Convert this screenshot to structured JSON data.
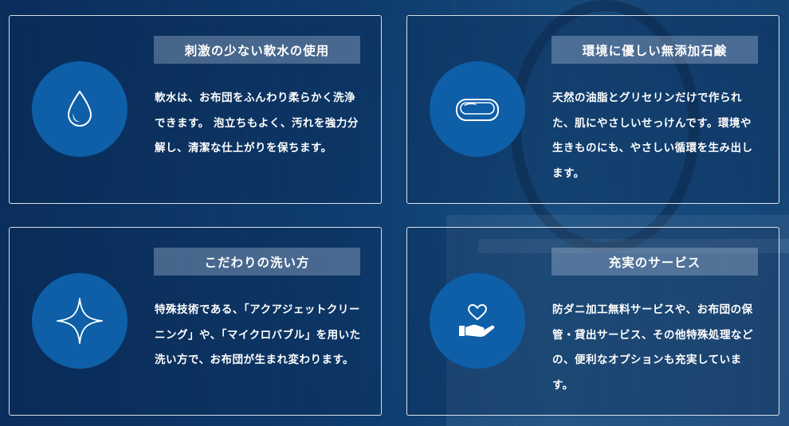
{
  "features": [
    {
      "icon": "water-drop-icon",
      "title": "刺激の少ない軟水の使用",
      "body": "軟水は、お布団をふんわり柔らかく洗浄できます。 泡立ちもよく、汚れを強力分解し、清潔な仕上がりを保ちます。"
    },
    {
      "icon": "soap-icon",
      "title": "環境に優しい無添加石鹸",
      "body": "天然の油脂とグリセリンだけで作られた、肌にやさしいせっけんです。環境や生きものにも、やさしい循環を生み出します。"
    },
    {
      "icon": "sparkle-icon",
      "title": "こだわりの洗い方",
      "body": "特殊技術である、「アクアジェットクリーニング」や、「マイクロバブル」を用いた洗い方で、お布団が生まれ変わります。"
    },
    {
      "icon": "hand-heart-icon",
      "title": "充実のサービス",
      "body": "防ダニ加工無料サービスや、お布団の保管・貸出サービス、その他特殊処理などの、便利なオプションも充実しています。"
    }
  ],
  "colors": {
    "circle": "#0e5fa8",
    "text": "#ffffff"
  }
}
